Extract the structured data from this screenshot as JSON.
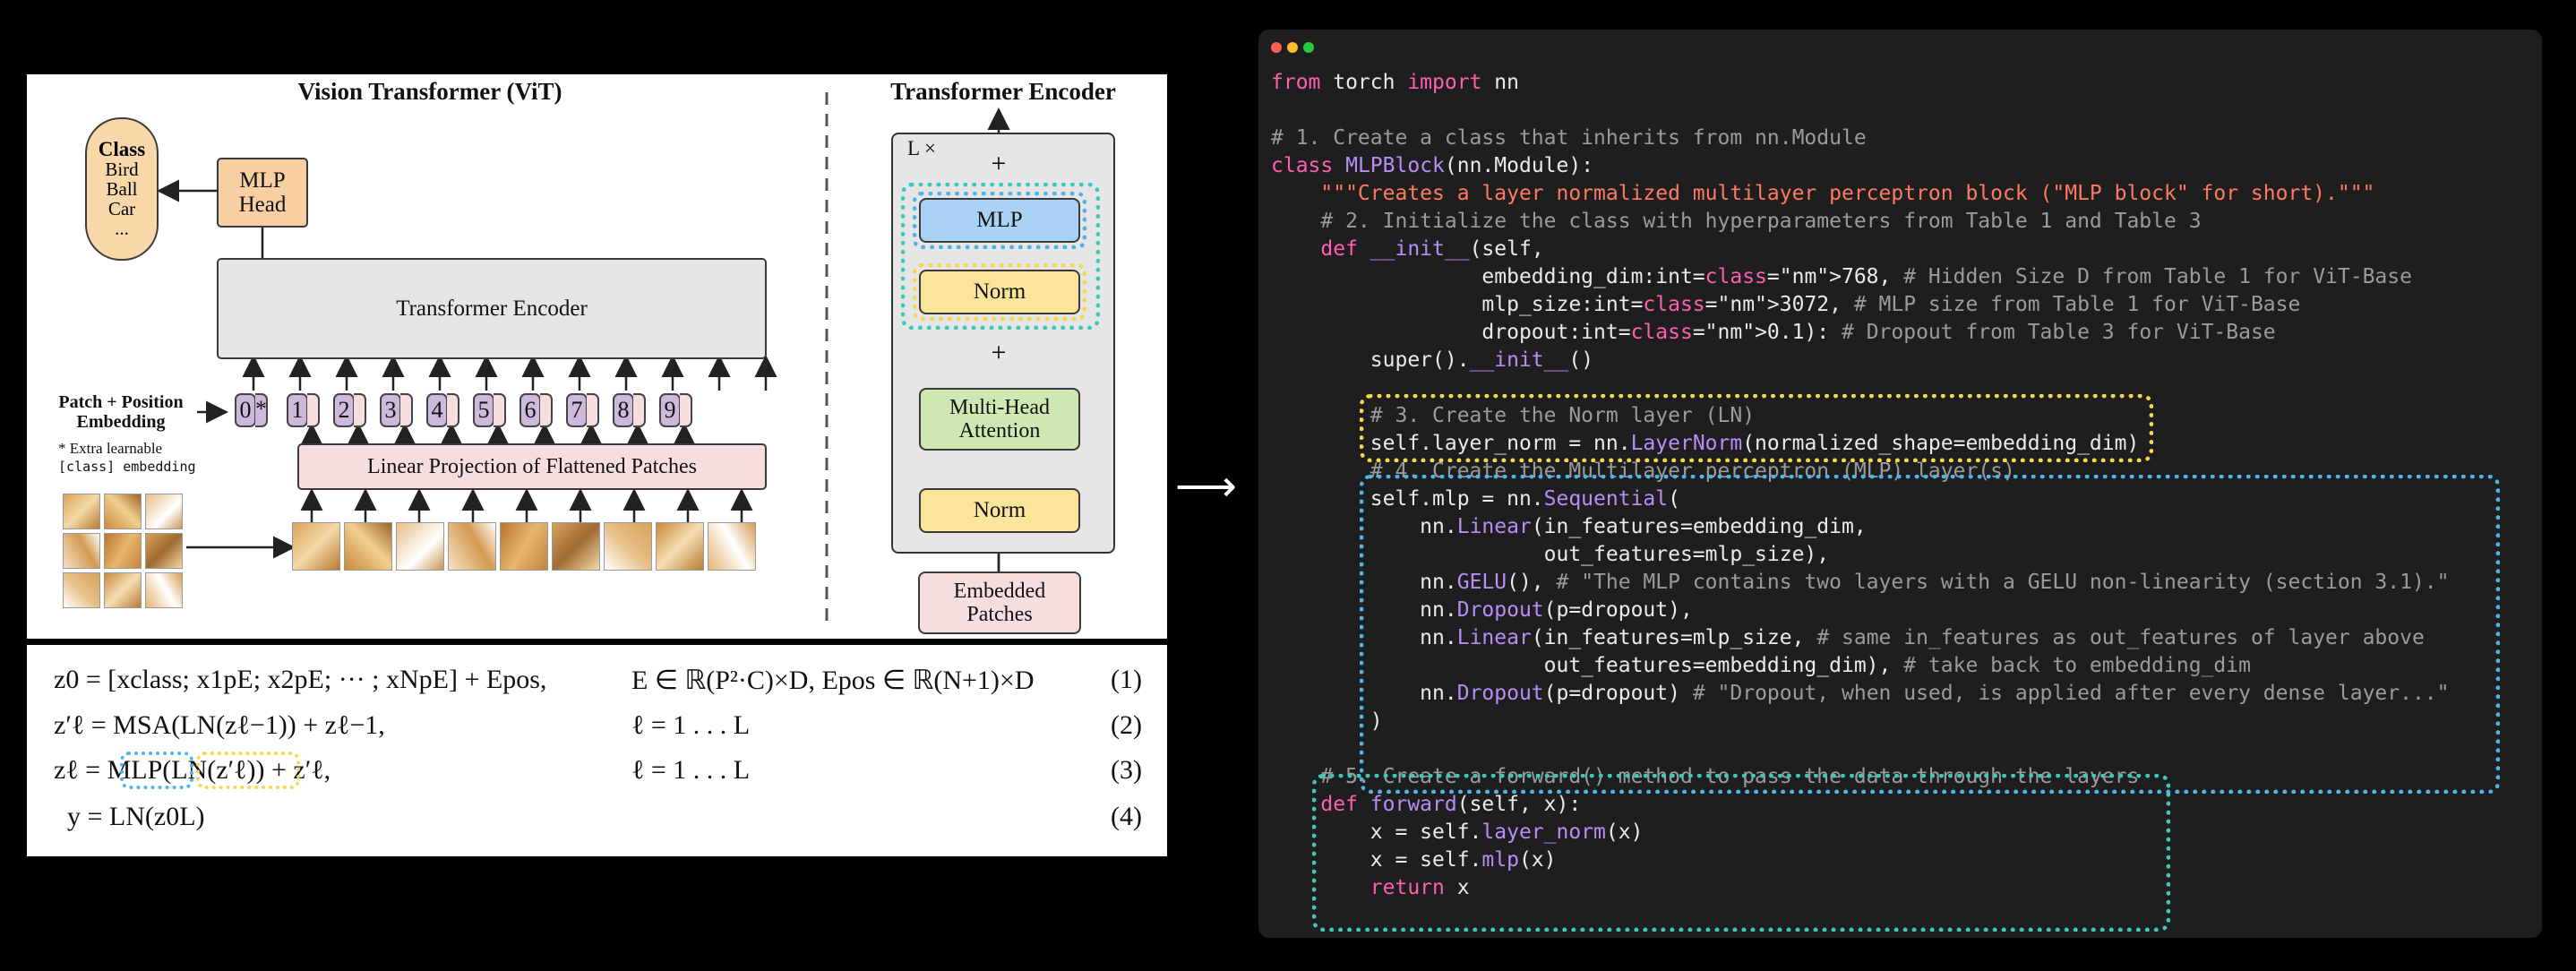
{
  "vit": {
    "title": "Vision Transformer (ViT)",
    "class_head": {
      "title": "Class",
      "items": [
        "Bird",
        "Ball",
        "Car",
        "..."
      ]
    },
    "mlp_head": [
      "MLP",
      "Head"
    ],
    "transformer_encoder": "Transformer Encoder",
    "patch_position": [
      "Patch + Position",
      "Embedding"
    ],
    "extra_learnable": [
      "* Extra learnable",
      "[class] embedding"
    ],
    "linear_projection": "Linear Projection of Flattened Patches",
    "tokens": [
      "0",
      "1",
      "2",
      "3",
      "4",
      "5",
      "6",
      "7",
      "8",
      "9"
    ],
    "class_star": "*"
  },
  "encoder": {
    "title": "Transformer Encoder",
    "repeat": "L ×",
    "mlp": "MLP",
    "norm_top": "Norm",
    "plus": "+",
    "mha": [
      "Multi-Head",
      "Attention"
    ],
    "norm_bottom": "Norm",
    "embedded": [
      "Embedded",
      "Patches"
    ]
  },
  "equations": [
    {
      "lhs": "z0 = [xclass; x1pE; x2pE; ··· ; xNpE] + Epos,",
      "cond": "E ∈ ℝ(P²·C)×D, Epos ∈ ℝ(N+1)×D",
      "num": "(1)"
    },
    {
      "lhs": "z′ℓ = MSA(LN(zℓ−1)) + zℓ−1,",
      "cond": "ℓ = 1 . . . L",
      "num": "(2)"
    },
    {
      "lhs": "zℓ = MLP(LN(z′ℓ)) + z′ℓ,",
      "cond": "ℓ = 1 . . . L",
      "num": "(3)"
    },
    {
      "lhs": "y = LN(z0L)",
      "cond": "",
      "num": "(4)"
    }
  ],
  "arrow": "⟶",
  "code": {
    "window_dots": [
      "#ff5f57",
      "#febc2e",
      "#28c840"
    ],
    "highlight_colors": {
      "norm": "#f5d94a",
      "mlp": "#4fb3e8",
      "forward": "#3cc9b8"
    },
    "lines": [
      "from torch import nn",
      "",
      "# 1. Create a class that inherits from nn.Module",
      "class MLPBlock(nn.Module):",
      "    \"\"\"Creates a layer normalized multilayer perceptron block (\"MLP block\" for short).\"\"\"",
      "    # 2. Initialize the class with hyperparameters from Table 1 and Table 3",
      "    def __init__(self,",
      "                 embedding_dim:int=768, # Hidden Size D from Table 1 for ViT-Base",
      "                 mlp_size:int=3072, # MLP size from Table 1 for ViT-Base",
      "                 dropout:int=0.1): # Dropout from Table 3 for ViT-Base",
      "        super().__init__()",
      "",
      "        # 3. Create the Norm layer (LN)",
      "        self.layer_norm = nn.LayerNorm(normalized_shape=embedding_dim)",
      "        # 4. Create the Multilayer perceptron (MLP) layer(s)",
      "        self.mlp = nn.Sequential(",
      "            nn.Linear(in_features=embedding_dim,",
      "                      out_features=mlp_size),",
      "            nn.GELU(), # \"The MLP contains two layers with a GELU non-linearity (section 3.1).\"",
      "            nn.Dropout(p=dropout),",
      "            nn.Linear(in_features=mlp_size, # same in_features as out_features of layer above",
      "                      out_features=embedding_dim), # take back to embedding_dim",
      "            nn.Dropout(p=dropout) # \"Dropout, when used, is applied after every dense layer...\"",
      "        )",
      "",
      "    # 5. Create a forward() method to pass the data through the layers",
      "    def forward(self, x):",
      "        x = self.layer_norm(x)",
      "        x = self.mlp(x)",
      "        return x"
    ]
  }
}
